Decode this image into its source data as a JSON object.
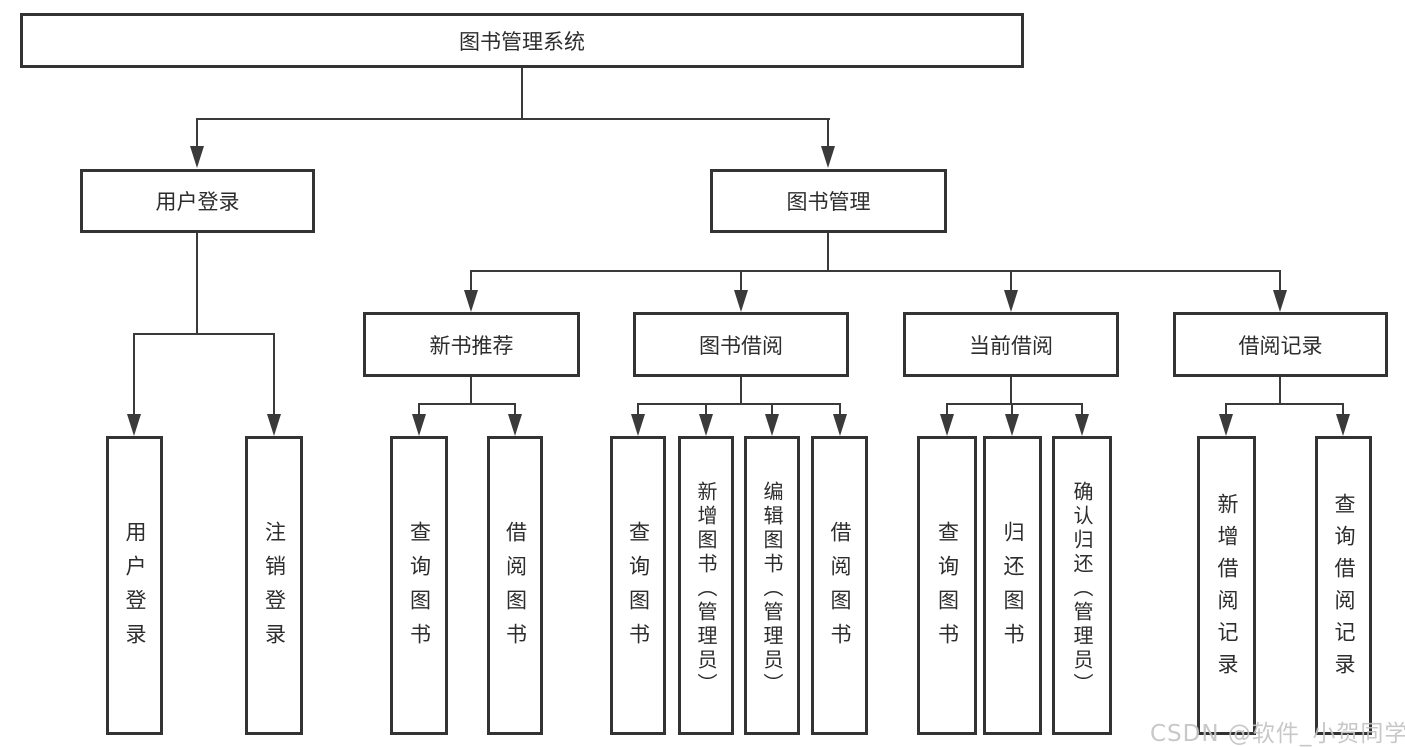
{
  "title": "图书管理系统",
  "nodes": {
    "root": "图书管理系统",
    "user_login": "用户登录",
    "book_mgmt": "图书管理",
    "new_book_rec": "新书推荐",
    "book_borrow": "图书借阅",
    "current_borrow": "当前借阅",
    "borrow_records": "借阅记录"
  },
  "leaves": {
    "user_login": [
      "用户登录",
      "注销登录"
    ],
    "new_book_rec": [
      "查询图书",
      "借阅图书"
    ],
    "book_borrow": [
      "查询图书",
      "新增图书（管理员）",
      "编辑图书（管理员）",
      "借阅图书"
    ],
    "current_borrow": [
      "查询图书",
      "归还图书",
      "确认归还（管理员）"
    ],
    "borrow_records": [
      "新增借阅记录",
      "查询借阅记录"
    ]
  },
  "watermark": "CSDN @软件_小贺同学",
  "colors": {
    "line": "#3a3a3a",
    "border": "#333333",
    "text": "#2d2d2d",
    "watermark": "#c3c3c3",
    "background": "#ffffff"
  }
}
